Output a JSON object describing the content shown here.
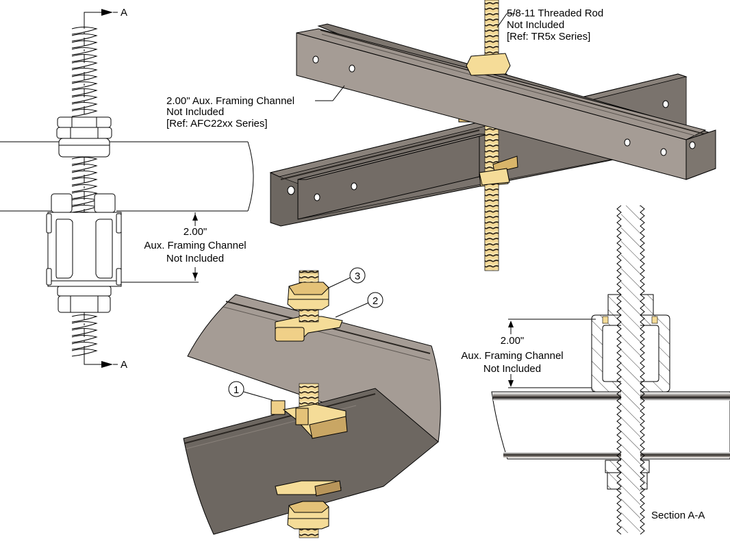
{
  "drawing": {
    "type": "technical assembly drawing",
    "colors": {
      "channel_light": "#a59c95",
      "channel_mid": "#8a827b",
      "channel_dark": "#6d6761",
      "brass_light": "#f5dc98",
      "brass_mid": "#e4c278",
      "brass_dark": "#b8955a",
      "line": "#000000",
      "background": "#ffffff"
    }
  },
  "front_view": {
    "section_marker_top": "A",
    "section_marker_bottom": "A",
    "dimension": {
      "value": "2.00\"",
      "label_line1": "Aux. Framing Channel",
      "label_line2": "Not Included"
    }
  },
  "iso_view": {
    "rod_callout": {
      "line1": "5/8-11 Threaded Rod",
      "line2": "Not Included",
      "line3": "[Ref: TR5x Series]"
    },
    "channel_callout": {
      "line1": "2.00\" Aux. Framing Channel",
      "line2": "Not Included",
      "line3": "[Ref: AFC22xx Series]"
    }
  },
  "detail_view": {
    "balloons": [
      {
        "number": "1"
      },
      {
        "number": "2"
      },
      {
        "number": "3"
      }
    ]
  },
  "section_view": {
    "title": "Section A-A",
    "dimension": {
      "value": "2.00\"",
      "label_line1": "Aux. Framing Channel",
      "label_line2": "Not Included"
    }
  }
}
